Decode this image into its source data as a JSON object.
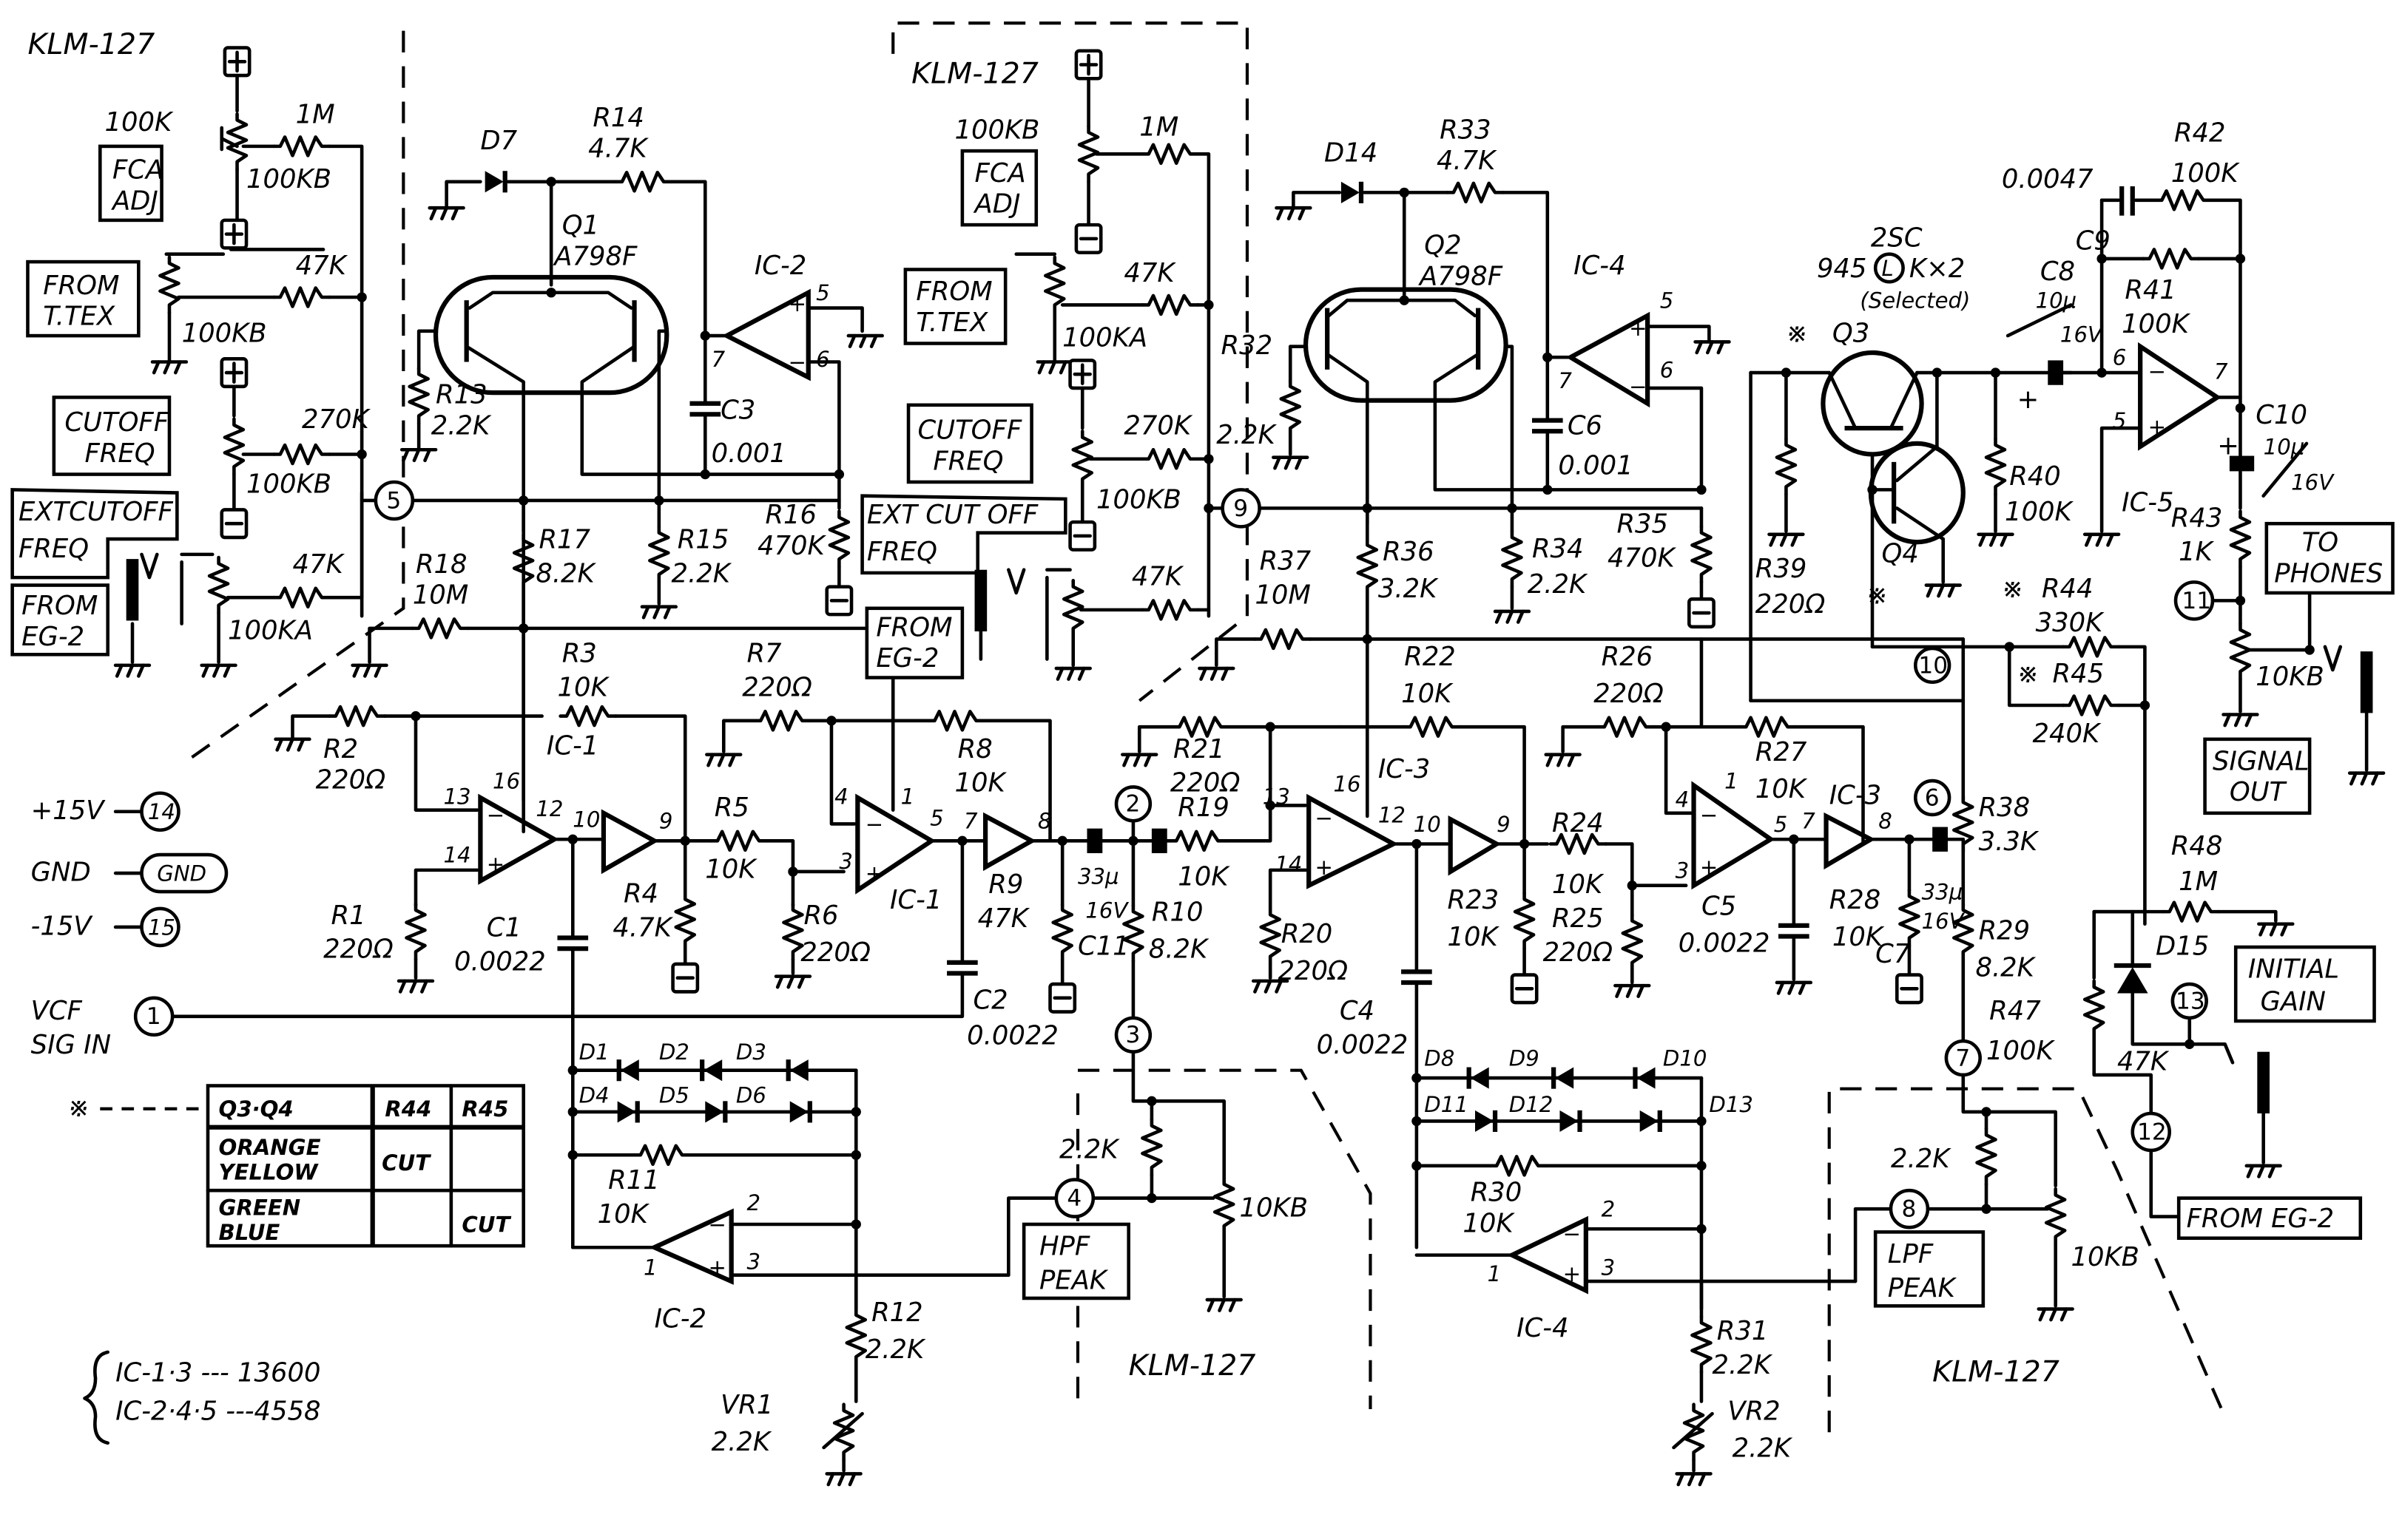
{
  "title": "KLM-127 VCF / VCA filter schematic",
  "module_labels": [
    "KLM-127",
    "KLM-127",
    "KLM-127",
    "KLM-127"
  ],
  "panel_boxes": {
    "fca_adj_1": "FCA ADJ",
    "from_ttex_1": "FROM T.TEX",
    "cutoff_freq_1": "CUTOFF FREQ",
    "ext_cutoff_1": "EXTCUTOFF FREQ",
    "from_eg2_1": "FROM EG-2",
    "fca_adj_2": "FCA ADJ",
    "from_ttex_2": "FROM T.TEX",
    "cutoff_freq_2": "CUTOFF FREQ",
    "ext_cutoff_2": "EXT CUT OFF FREQ",
    "from_eg2_2": "FROM EG-2",
    "hpf_peak": "HPF PEAK",
    "lpf_peak": "LPF PEAK",
    "to_phones": "TO PHONES",
    "signal_out": "SIGNAL OUT",
    "initial_gain": "INITIAL GAIN",
    "from_eg2_3": "FROM EG-2"
  },
  "panel_box_lines": {
    "fca_adj": [
      "FCA",
      "ADJ"
    ],
    "from_ttex": [
      "FROM",
      "T.TEX"
    ],
    "cutoff_freq": [
      "CUTOFF",
      "FREQ"
    ],
    "ext_cutoff_1": [
      "EXTCUTOFF",
      "FREQ"
    ],
    "ext_cutoff_2": [
      "EXT CUT OFF",
      "FREQ"
    ],
    "from_eg2": [
      "FROM",
      "EG-2"
    ],
    "hpf_peak": [
      "HPF",
      "PEAK"
    ],
    "lpf_peak": [
      "LPF",
      "PEAK"
    ],
    "to_phones": [
      "TO",
      "PHONES"
    ],
    "signal_out": [
      "SIGNAL",
      "OUT"
    ],
    "initial_gain": [
      "INITIAL",
      "GAIN"
    ],
    "from_eg2_3": "FROM EG-2"
  },
  "pots_left": {
    "p1": "100K",
    "p1b": "100KB",
    "r1m": "1M",
    "p2": "100KB",
    "r47k": "47K",
    "p3": "100KB",
    "r270k": "270K",
    "p4": "100KA",
    "r47k_b": "47K"
  },
  "pots_mid": {
    "p1": "100KB",
    "r1m": "1M",
    "p2": "100KA",
    "r47k": "47K",
    "p3": "100KB",
    "r270k": "270K",
    "r47k_b": "47K"
  },
  "terminals": {
    "plus": "+",
    "minus": "−"
  },
  "components": {
    "D7": "D7",
    "R14": "R14",
    "R14v": "4.7K",
    "Q1": "Q1",
    "Q1v": "A798F",
    "IC2a": "IC-2",
    "R13": "R13",
    "R13v": "2.2K",
    "C3": "C3",
    "C3v": "0.001",
    "R16": "R16",
    "R16v": "470K",
    "R17": "R17",
    "R17v": "8.2K",
    "R15": "R15",
    "R15v": "2.2K",
    "R18": "R18",
    "R18v": "10M",
    "R3": "R3",
    "R3v": "10K",
    "R2": "R2",
    "R2v": "220Ω",
    "IC1a": "IC-1",
    "R7": "R7",
    "R7v": "220Ω",
    "R8": "R8",
    "R8v": "10K",
    "R1": "R1",
    "R1v": "220Ω",
    "R4": "R4",
    "R4v": "4.7K",
    "R5": "R5",
    "R5v": "10K",
    "R6": "R6",
    "R6v": "220Ω",
    "IC1b": "IC-1",
    "R9": "R9",
    "R9v": "47K",
    "C1": "C1",
    "C1v": "0.0022",
    "C2": "C2",
    "C2v": "0.0022",
    "C11": "C11",
    "C11v": "33μ",
    "C11v2": "16V",
    "R10": "R10",
    "R10v": "8.2K",
    "D1": "D1",
    "D2": "D2",
    "D3": "D3",
    "D4": "D4",
    "D5": "D5",
    "D6": "D6",
    "R11": "R11",
    "R11v": "10K",
    "IC2b": "IC-2",
    "R12": "R12",
    "R12v": "2.2K",
    "VR1": "VR1",
    "VR1v": "2.2K",
    "hpf_r": "2.2K",
    "hpf_pot": "10KB",
    "D14": "D14",
    "R33": "R33",
    "R33v": "4.7K",
    "Q2": "Q2",
    "Q2v": "A798F",
    "IC4a": "IC-4",
    "R32": "R32",
    "R32v": "2.2K",
    "C6": "C6",
    "C6v": "0.001",
    "R35": "R35",
    "R35v": "470K",
    "R36": "R36",
    "R36v": "3.2K",
    "R34": "R34",
    "R34v": "2.2K",
    "R37": "R37",
    "R37v": "10M",
    "R22": "R22",
    "R22v": "10K",
    "R21": "R21",
    "R21v": "220Ω",
    "R19": "R19",
    "R19v": "10K",
    "IC3a": "IC-3",
    "R26": "R26",
    "R26v": "220Ω",
    "R27": "R27",
    "R27v": "10K",
    "IC3b": "IC-3",
    "R20": "R20",
    "R20v": "220Ω",
    "C4": "C4",
    "C4v": "0.0022",
    "R23": "R23",
    "R23v": "10K",
    "R24": "R24",
    "R24v": "10K",
    "R25": "R25",
    "R25v": "220Ω",
    "C5": "C5",
    "C5v": "0.0022",
    "R28": "R28",
    "R28v": "10K",
    "C7": "C7",
    "C7v": "33μ",
    "C7v2": "16V",
    "R38": "R38",
    "R38v": "3.3K",
    "R29": "R29",
    "R29v": "8.2K",
    "R47": "R47",
    "R47v": "100K",
    "D8": "D8",
    "D9": "D9",
    "D10": "D10",
    "D11": "D11",
    "D12": "D12",
    "D13": "D13",
    "R30": "R30",
    "R30v": "10K",
    "IC4b": "IC-4",
    "R31": "R31",
    "R31v": "2.2K",
    "VR2": "VR2",
    "VR2v": "2.2K",
    "lpf_r": "2.2K",
    "lpf_pot": "10KB",
    "C9": "C9",
    "C9v": "0.0047",
    "R42": "R42",
    "R42v": "100K",
    "R41": "R41",
    "R41v": "100K",
    "Q3type1": "2SC",
    "Q3type2": "945",
    "Q3rank": "L",
    "Q3type3": "K×2",
    "Q3sel": "(Selected)",
    "Q3": "Q3",
    "Q4": "Q4",
    "star": "※",
    "C8": "C8",
    "C8v": "10μ",
    "C8v2": "16V",
    "IC5": "IC-5",
    "R40": "R40",
    "R40v": "100K",
    "C10": "C10",
    "C10v": "10μ",
    "C10v2": "16V",
    "R39": "R39",
    "R39v": "220Ω",
    "R43": "R43",
    "R43v": "1K",
    "R44": "R44",
    "R44v": "330K",
    "R45": "R45",
    "R45v": "240K",
    "out_pot": "10KB",
    "R48": "R48",
    "R48v": "1M",
    "D15": "D15",
    "gain_r": "47K"
  },
  "pins": {
    "ic2a": [
      "5",
      "7",
      "6"
    ],
    "ic4a": [
      "5",
      "7",
      "6"
    ],
    "ic1a": [
      "13",
      "16",
      "12",
      "14"
    ],
    "buf1": [
      "10",
      "9"
    ],
    "ic1b": [
      "4",
      "1",
      "5",
      "3"
    ],
    "buf2": [
      "7",
      "8"
    ],
    "ic3a": [
      "13",
      "16",
      "12",
      "14"
    ],
    "buf3": [
      "10",
      "9"
    ],
    "ic3b": [
      "4",
      "1",
      "5",
      "3"
    ],
    "buf4": [
      "7",
      "8"
    ],
    "ic2b": [
      "2",
      "1",
      "3"
    ],
    "ic4b": [
      "2",
      "1",
      "3"
    ],
    "ic5": [
      "6",
      "7",
      "5"
    ]
  },
  "nodes": [
    "1",
    "2",
    "3",
    "4",
    "5",
    "6",
    "7",
    "8",
    "9",
    "10",
    "11",
    "12",
    "13",
    "14",
    "15",
    "GND"
  ],
  "power": {
    "plus15": "+15V",
    "gnd": "GND",
    "minus15": "-15V"
  },
  "input": {
    "line1": "VCF",
    "line2": "SIG IN"
  },
  "selection_table": {
    "headers": [
      "Q3·Q4",
      "R44",
      "R45"
    ],
    "rows": [
      {
        "color1": "ORANGE",
        "color2": "YELLOW",
        "r44": "CUT",
        "r45": ""
      },
      {
        "color1": "GREEN",
        "color2": "BLUE",
        "r44": "",
        "r45": "CUT"
      }
    ]
  },
  "ic_notes": [
    "IC-1·3 --- 13600",
    "IC-2·4·5 ---4558"
  ]
}
